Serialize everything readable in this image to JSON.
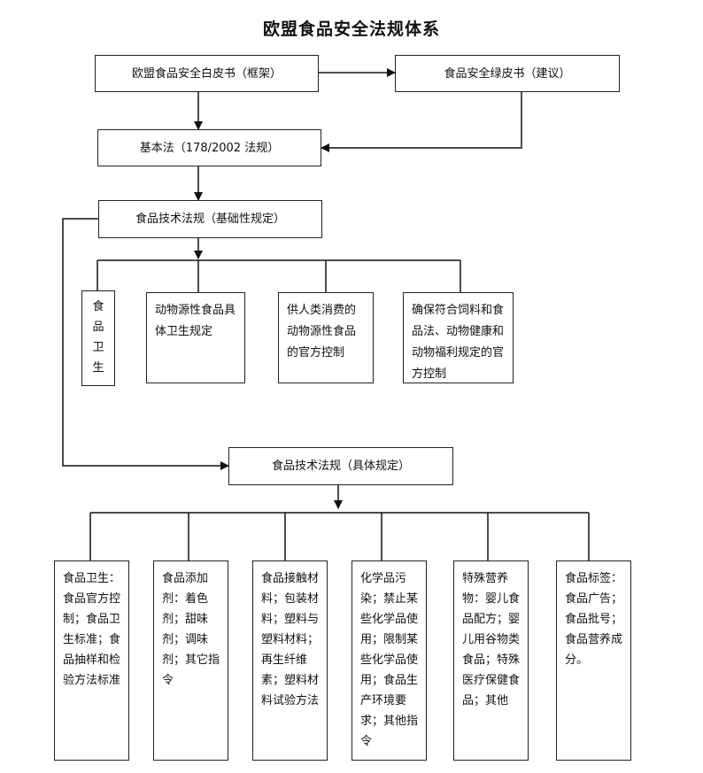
{
  "title": "欧盟食品安全法规体系",
  "nodes": {
    "white_paper": "欧盟食品安全白皮书（框架）",
    "green_paper": "食品安全绿皮书（建议）",
    "basic_law": "基本法（178/2002 法规）",
    "tech_basic": "食品技术法规（基础性规定）",
    "hygiene_vertical": [
      "食",
      "品",
      "卫",
      "生"
    ],
    "animal_origin": "动物源性食品具体卫生规定",
    "official_control": "供人类消费的动物源性食品的官方控制",
    "feed_law": "确保符合饲料和食品法、动物健康和动物福利规定的官方控制",
    "tech_specific": "食品技术法规（具体规定）",
    "cat_hygiene": "食品卫生：食品官方控制；食品卫生标准；食品抽样和检验方法标准",
    "cat_additives": "食品添加剂：着色剂；甜味剂；调味剂；其它指令",
    "cat_contact": "食品接触材料；包装材料；塑料与塑料材料；再生纤维素；塑料材料试验方法",
    "cat_chemical": "化学品污染；禁止某些化学品使用；限制某些化学品使用；食品生产环境要求；其他指令",
    "cat_special": "特殊营养物：婴儿食品配方；婴儿用谷物类食品；特殊医疗保健食品；其他",
    "cat_label": "食品标签：食品广告；食品批号；食品营养成分。"
  }
}
